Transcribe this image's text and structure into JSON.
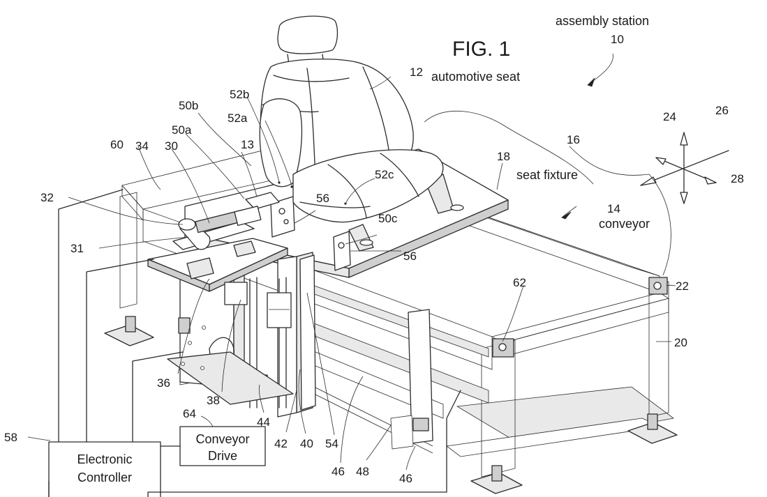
{
  "figure": {
    "title": "FIG. 1",
    "captions": {
      "assembly_station": "assembly station",
      "automotive_seat": "automotive seat",
      "seat_fixture": "seat fixture",
      "conveyor": "conveyor"
    },
    "boxes": {
      "controller_line1": "Electronic",
      "controller_line2": "Controller",
      "drive_line1": "Conveyor",
      "drive_line2": "Drive"
    },
    "reference_numerals": {
      "n10": "10",
      "n12": "12",
      "n13": "13",
      "n14": "14",
      "n16": "16",
      "n18": "18",
      "n20": "20",
      "n22": "22",
      "n24": "24",
      "n26": "26",
      "n28": "28",
      "n30": "30",
      "n31": "31",
      "n32": "32",
      "n34": "34",
      "n36": "36",
      "n38": "38",
      "n40": "40",
      "n42": "42",
      "n44": "44",
      "n46a": "46",
      "n46b": "46",
      "n48": "48",
      "n50a": "50a",
      "n50b": "50b",
      "n50c": "50c",
      "n52a": "52a",
      "n52b": "52b",
      "n52c": "52c",
      "n54": "54",
      "n56a": "56",
      "n56b": "56",
      "n58": "58",
      "n60": "60",
      "n62": "62",
      "n64": "64"
    }
  }
}
